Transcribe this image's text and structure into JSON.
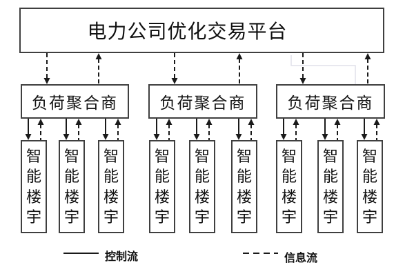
{
  "diagram": {
    "platform": {
      "label": "电力公司优化交易平台"
    },
    "aggregators": [
      {
        "label": "负荷聚合商"
      },
      {
        "label": "负荷聚合商"
      },
      {
        "label": "负荷聚合商"
      }
    ],
    "buildings": [
      {
        "label": "智能楼宇"
      },
      {
        "label": "智能楼宇"
      },
      {
        "label": "智能楼宇"
      },
      {
        "label": "智能楼宇"
      },
      {
        "label": "智能楼宇"
      },
      {
        "label": "智能楼宇"
      },
      {
        "label": "智能楼宇"
      },
      {
        "label": "智能楼宇"
      },
      {
        "label": "智能楼宇"
      }
    ],
    "legend": {
      "control_label": "控制流",
      "info_label": "信息流"
    },
    "colors": {
      "line": "#1a1a1a",
      "box_border": "#3f3f3f",
      "faint_connector": "#e0e1ea",
      "background": "#ffffff"
    }
  }
}
